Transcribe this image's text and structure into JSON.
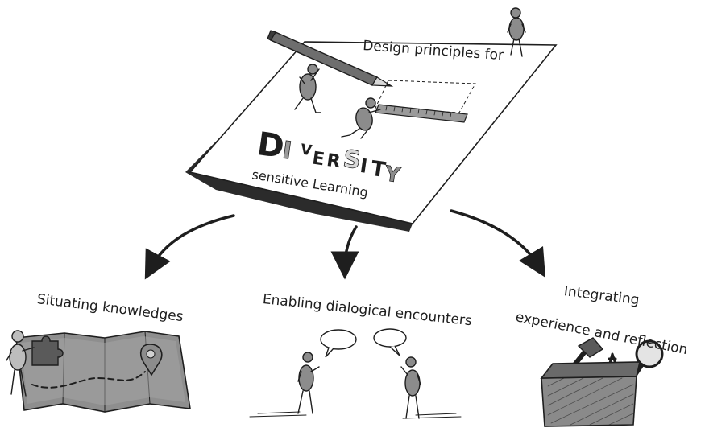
{
  "paper": {
    "heading": "Design principles for",
    "diversity_letters": [
      "D",
      "I",
      "V",
      "E",
      "R",
      "S",
      "I",
      "T",
      "Y"
    ],
    "subtitle": "sensitive Learning"
  },
  "branches": [
    {
      "label": "Situating knowledges"
    },
    {
      "label": "Enabling dialogical encounters"
    },
    {
      "label_line1": "Integrating",
      "label_line2": "experience and reflection"
    }
  ],
  "colors": {
    "ink": "#1e1e1e",
    "grey": "#8c8c8c",
    "light_grey": "#bdbdbd",
    "paper": "#ffffff"
  }
}
